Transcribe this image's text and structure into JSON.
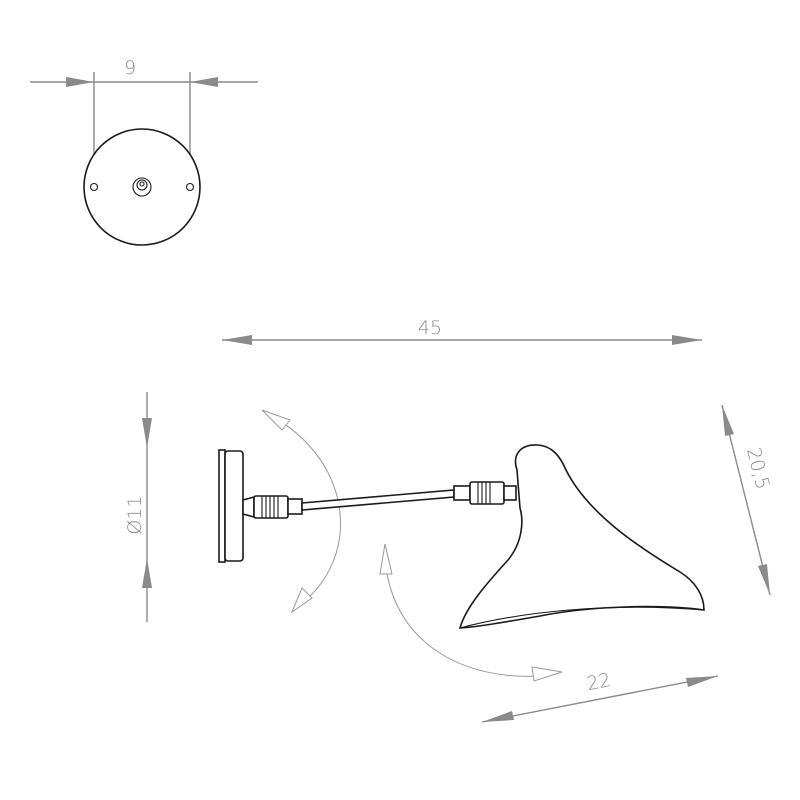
{
  "dimensions": {
    "plate_hole_spacing": "9",
    "total_length": "45",
    "plate_diameter": "Ø11",
    "shade_height": "20,5",
    "shade_width": "22"
  }
}
